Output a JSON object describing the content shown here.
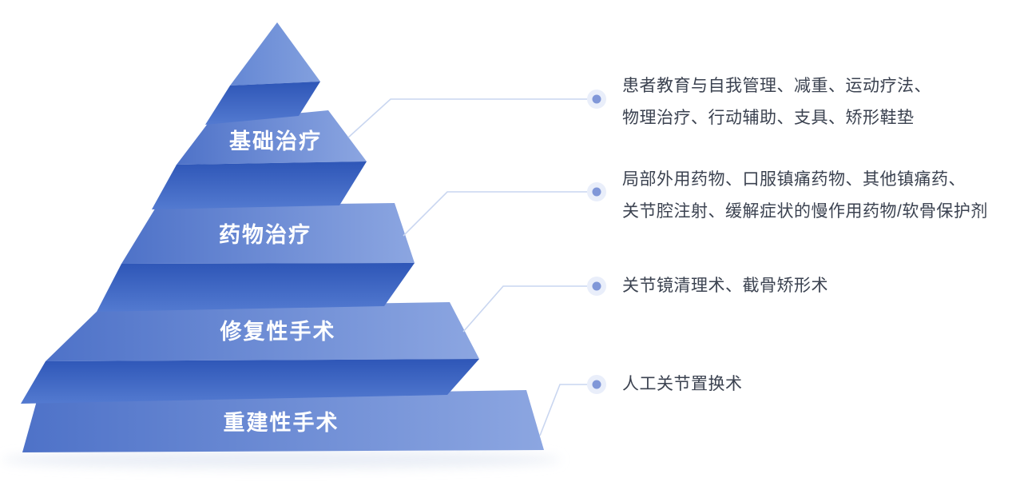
{
  "diagram": {
    "type": "pyramid",
    "levels": [
      {
        "label": "基础治疗",
        "description_lines": [
          "患者教育与自我管理、减重、运动疗法、",
          "物理治疗、行动辅助、支具、矫形鞋垫"
        ]
      },
      {
        "label": "药物治疗",
        "description_lines": [
          "局部外用药物、口服镇痛药物、其他镇痛药、",
          "关节腔注射、缓解症状的慢作用药物/软骨保护剂"
        ]
      },
      {
        "label": "修复性手术",
        "description_lines": [
          "关节镜清理术、截骨矫形术"
        ]
      },
      {
        "label": "重建性手术",
        "description_lines": [
          "人工关节置换术"
        ]
      }
    ],
    "colors": {
      "face_left": "#4e72c8",
      "face_right": "#8ca6e1",
      "tri_left": "#6487d4",
      "tri_right": "#83a0de",
      "fold_top": "#2e56b7",
      "fold_bottom": "#537ad0",
      "connector": "#c9d6f0",
      "bullet_outer": "#e9eefa",
      "bullet_inner": "#8097d8",
      "label_text": "#ffffff",
      "description_text": "#3b4250",
      "background": "#ffffff",
      "shadow": "#e6ebf4"
    }
  }
}
